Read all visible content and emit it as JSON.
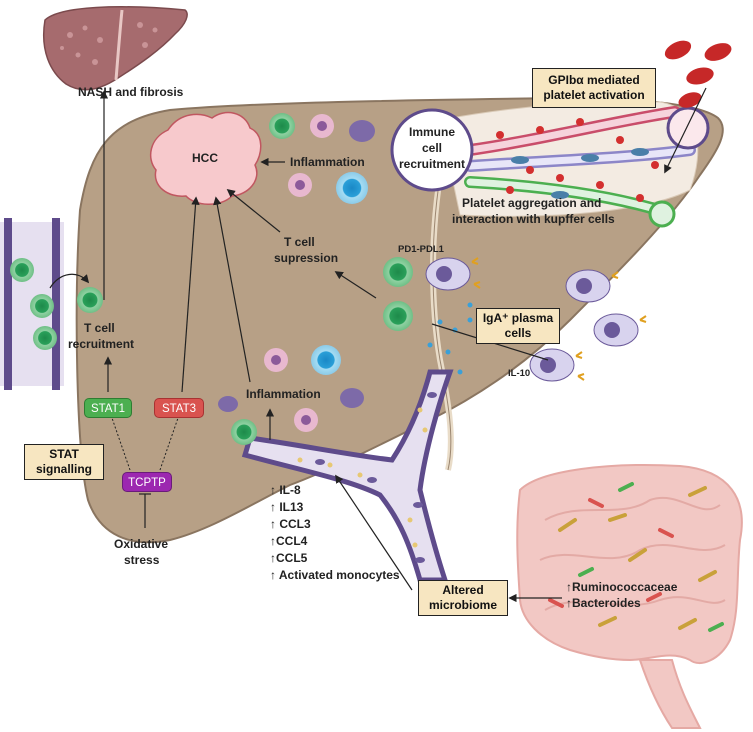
{
  "labels": {
    "nash": "NASH and fibrosis",
    "hcc": "HCC",
    "inflammation_top": "Inflammation",
    "inflammation_mid": "Inflammation",
    "tcell_recruitment_1": "T cell",
    "tcell_recruitment_2": "recruitment",
    "tcell_suppression_1": "T cell",
    "tcell_suppression_2": "supression",
    "immune_recruitment_1": "Immune",
    "immune_recruitment_2": "cell",
    "immune_recruitment_3": "recruitment",
    "gpib_1": "GPIbα mediated",
    "gpib_2": "platelet activation",
    "platelet_1": "Platelet  aggregation and",
    "platelet_2": "interaction with kupffer cells",
    "pd1": "PD1-PDL1",
    "iga_1": "IgA⁺ plasma",
    "iga_2": "cells",
    "il10": "IL-10",
    "stat1": "STAT1",
    "stat3": "STAT3",
    "tcptp": "TCPTP",
    "stat_signalling_1": "STAT",
    "stat_signalling_2": "signalling",
    "oxidative_1": "Oxidative",
    "oxidative_2": "stress",
    "altered_1": "Altered",
    "altered_2": "microbiome",
    "ruminococcaceae": "↑Ruminococcaceae",
    "bacteroides": "↑Bacteroides"
  },
  "cytokines": [
    "↑ IL-8",
    "↑ IL13",
    "↑ CCL3",
    "↑CCL4",
    "↑CCL5",
    "↑ Activated monocytes"
  ],
  "colors": {
    "liver": "#b7a086",
    "liver_edge": "#8a7560",
    "hcc": "#f7c9cc",
    "stat1": "#4caf50",
    "stat3": "#d9534f",
    "tcptp": "#9c27b0",
    "box_fill": "#f7e6c1",
    "vessel": "#5e4b8b",
    "gut": "#f2c8c4"
  }
}
